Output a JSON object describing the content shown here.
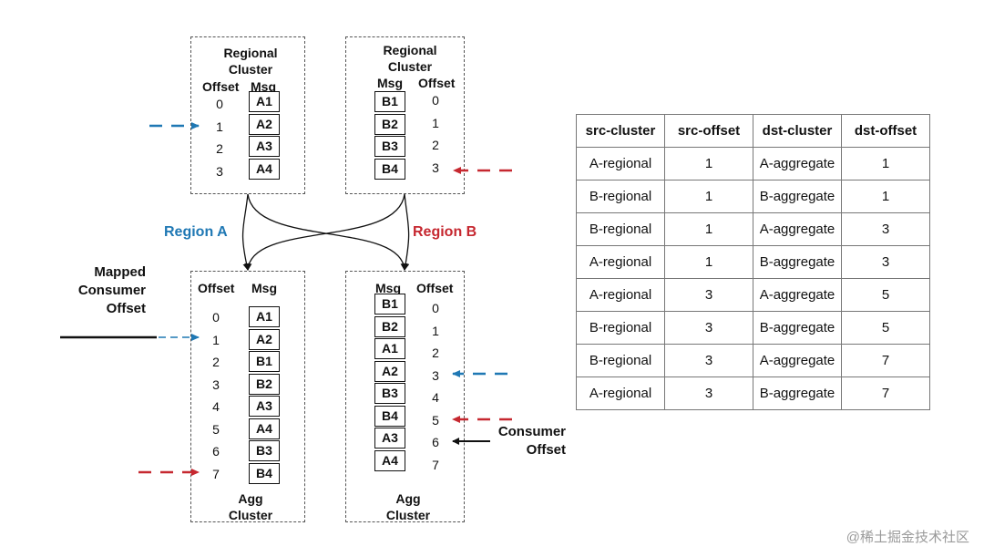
{
  "colors": {
    "region_a": "#1f78b4",
    "region_b": "#c62830",
    "ink": "#111111"
  },
  "top_left": {
    "title_line1": "Regional",
    "title_line2": "Cluster",
    "offset_header": "Offset",
    "msg_header": "Msg",
    "offsets": [
      "0",
      "1",
      "2",
      "3"
    ],
    "messages": [
      "A1",
      "A2",
      "A3",
      "A4"
    ]
  },
  "top_right": {
    "title_line1": "Regional",
    "title_line2": "Cluster",
    "msg_header": "Msg",
    "offset_header": "Offset",
    "messages": [
      "B1",
      "B2",
      "B3",
      "B4"
    ],
    "offsets": [
      "0",
      "1",
      "2",
      "3"
    ]
  },
  "bottom_left": {
    "offset_header": "Offset",
    "msg_header": "Msg",
    "offsets": [
      "0",
      "1",
      "2",
      "3",
      "4",
      "5",
      "6",
      "7"
    ],
    "messages": [
      "A1",
      "A2",
      "B1",
      "B2",
      "A3",
      "A4",
      "B3",
      "B4"
    ],
    "footer_line1": "Agg",
    "footer_line2": "Cluster"
  },
  "bottom_right": {
    "msg_header": "Msg",
    "offset_header": "Offset",
    "messages": [
      "B1",
      "B2",
      "A1",
      "A2",
      "B3",
      "B4",
      "A3",
      "A4"
    ],
    "offsets": [
      "0",
      "1",
      "2",
      "3",
      "4",
      "5",
      "6",
      "7"
    ],
    "footer_line1": "Agg",
    "footer_line2": "Cluster"
  },
  "region_a_label": "Region A",
  "region_b_label": "Region B",
  "mapped_consumer_offset": {
    "line1": "Mapped",
    "line2": "Consumer",
    "line3": "Offset"
  },
  "consumer_offset": {
    "line1": "Consumer",
    "line2": "Offset"
  },
  "table": {
    "headers": [
      "src-cluster",
      "src-offset",
      "dst-cluster",
      "dst-offset"
    ],
    "rows": [
      [
        "A-regional",
        "1",
        "A-aggregate",
        "1"
      ],
      [
        "B-regional",
        "1",
        "B-aggregate",
        "1"
      ],
      [
        "B-regional",
        "1",
        "A-aggregate",
        "3"
      ],
      [
        "A-regional",
        "1",
        "B-aggregate",
        "3"
      ],
      [
        "A-regional",
        "3",
        "A-aggregate",
        "5"
      ],
      [
        "B-regional",
        "3",
        "B-aggregate",
        "5"
      ],
      [
        "B-regional",
        "3",
        "A-aggregate",
        "7"
      ],
      [
        "A-regional",
        "3",
        "B-aggregate",
        "7"
      ]
    ]
  },
  "watermark": "@稀土掘金技术社区"
}
